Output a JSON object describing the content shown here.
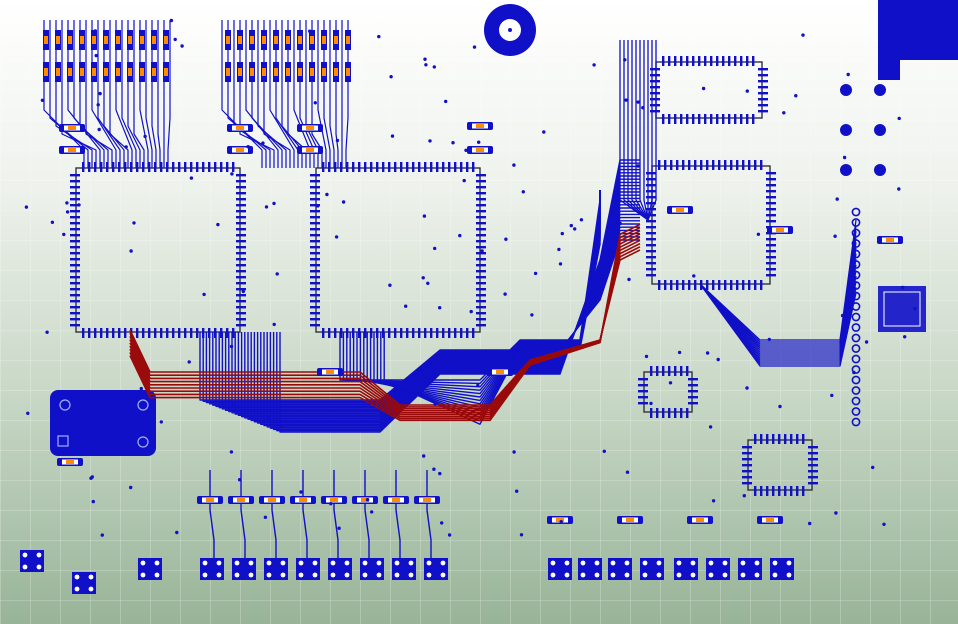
{
  "view": {
    "type": "pcb-layout-editor",
    "grid": true,
    "layers": [
      {
        "name": "top",
        "color": "#1010c8"
      },
      {
        "name": "bottom",
        "color": "#9a0a0a"
      }
    ]
  },
  "colors": {
    "background_top": "#ffffff",
    "background_bottom": "#98b498",
    "grid": "#ffffff",
    "trace_top": "#1010c8",
    "trace_bottom": "#9a0a0a",
    "pad": "#ff8c00",
    "silkscreen": "#ffffff",
    "ic_outline": "#333333"
  },
  "components": {
    "ics": [
      {
        "name": "ic-u1"
      },
      {
        "name": "ic-u2"
      },
      {
        "name": "ic-u3"
      },
      {
        "name": "ic-u4"
      },
      {
        "name": "ic-u5"
      },
      {
        "name": "ic-u6"
      }
    ],
    "connectors": [
      {
        "name": "toroid-inductor"
      },
      {
        "name": "power-module-pad"
      },
      {
        "name": "dip-switch-block"
      }
    ]
  }
}
